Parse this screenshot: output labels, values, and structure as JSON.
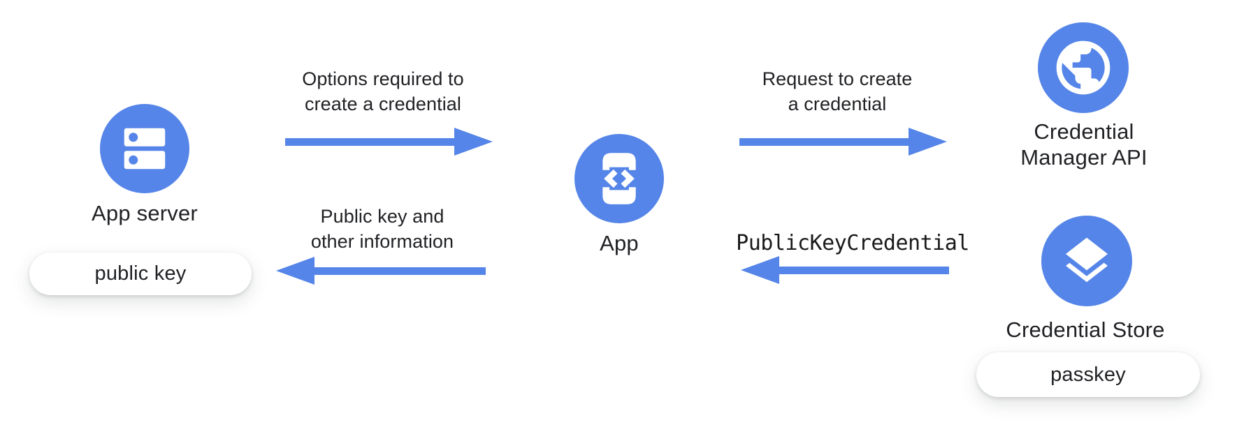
{
  "colors": {
    "accent_blue": "#5585E8",
    "text_color": "#202124",
    "background": "#ffffff",
    "pill_background": "#ffffff",
    "icon_glyph_color": "#ffffff"
  },
  "nodes": {
    "app_server": {
      "label": "App server",
      "icon": "server-icon",
      "badge": "public key"
    },
    "app": {
      "label": "App",
      "icon": "phone-code-icon"
    },
    "credential_manager": {
      "label_line1": "Credential",
      "label_line2": "Manager API",
      "icon": "globe-icon"
    },
    "credential_store": {
      "label": "Credential Store",
      "icon": "layers-icon",
      "badge": "passkey"
    }
  },
  "arrows": {
    "options": {
      "direction": "right",
      "from": "App server",
      "to": "App",
      "line1": "Options required to",
      "line2": "create a credential"
    },
    "request": {
      "direction": "right",
      "from": "App",
      "to": "Credential Manager API",
      "line1": "Request to create",
      "line2": "a credential"
    },
    "public_key_credential": {
      "direction": "left",
      "from": "Credential Store",
      "to": "App",
      "label": "PublicKeyCredential"
    },
    "public_key_info": {
      "direction": "left",
      "from": "App",
      "to": "App server",
      "line1": "Public key and",
      "line2": "other information"
    }
  }
}
